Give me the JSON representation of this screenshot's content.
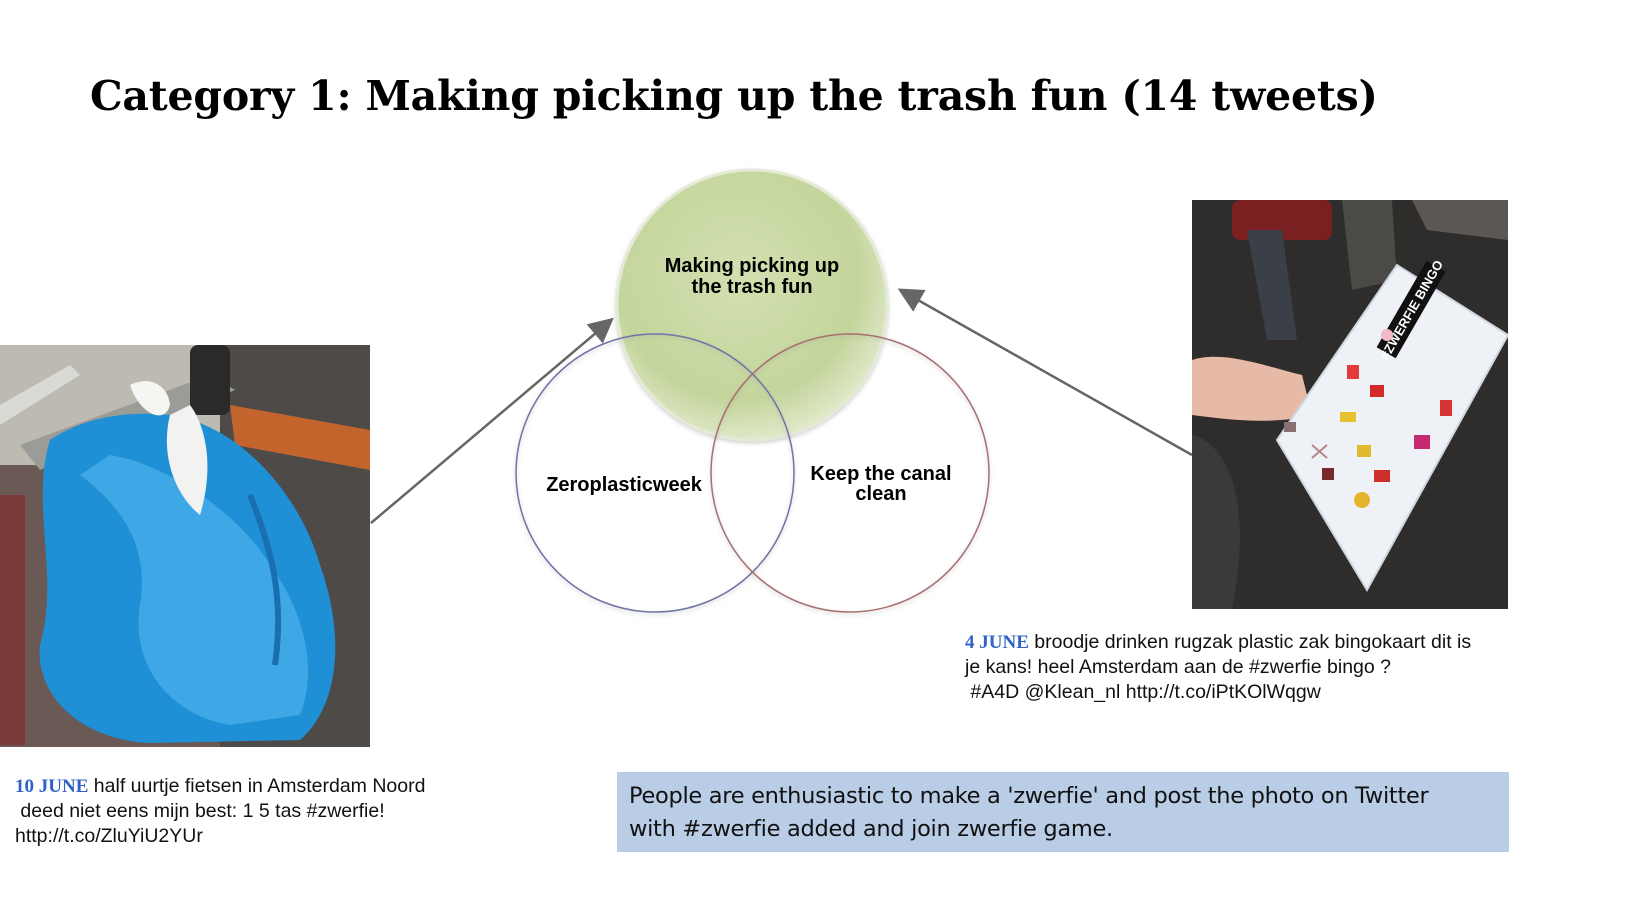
{
  "slide": {
    "title": "Category 1: Making picking up the trash fun (14 tweets)"
  },
  "venn": {
    "top_label_line1": "Making picking up",
    "top_label_line2": "the trash fun",
    "left_label": "Zeroplasticweek",
    "right_label_line1": "Keep the canal",
    "right_label_line2": "clean",
    "colors": {
      "top_fill": "#c9d9a6",
      "left_stroke": "#6f73a8",
      "right_stroke": "#a86f6f",
      "arrow": "#666666"
    }
  },
  "photos": {
    "bingo_heading": "#ZWERFIE BINGO"
  },
  "tweets": {
    "right": {
      "date": "4 JUNE",
      "line1": "broodje drinken rugzak plastic zak bingokaart dit is",
      "line2": "je kans! heel Amsterdam aan de #zwerfie bingo ?",
      "line3": " #A4D @Klean_nl http://t.co/iPtKOlWqgw"
    },
    "left": {
      "date": "10 JUNE",
      "line1": "half uurtje fietsen in Amsterdam Noord",
      "line2": " deed niet eens mijn best: 1 5 tas #zwerfie!",
      "line3": "http://t.co/ZluYiU2YUr"
    }
  },
  "summary": {
    "line1": "People are enthusiastic to make a 'zwerfie' and post the photo on Twitter",
    "line2": "with #zwerfie added and join zwerfie game."
  }
}
